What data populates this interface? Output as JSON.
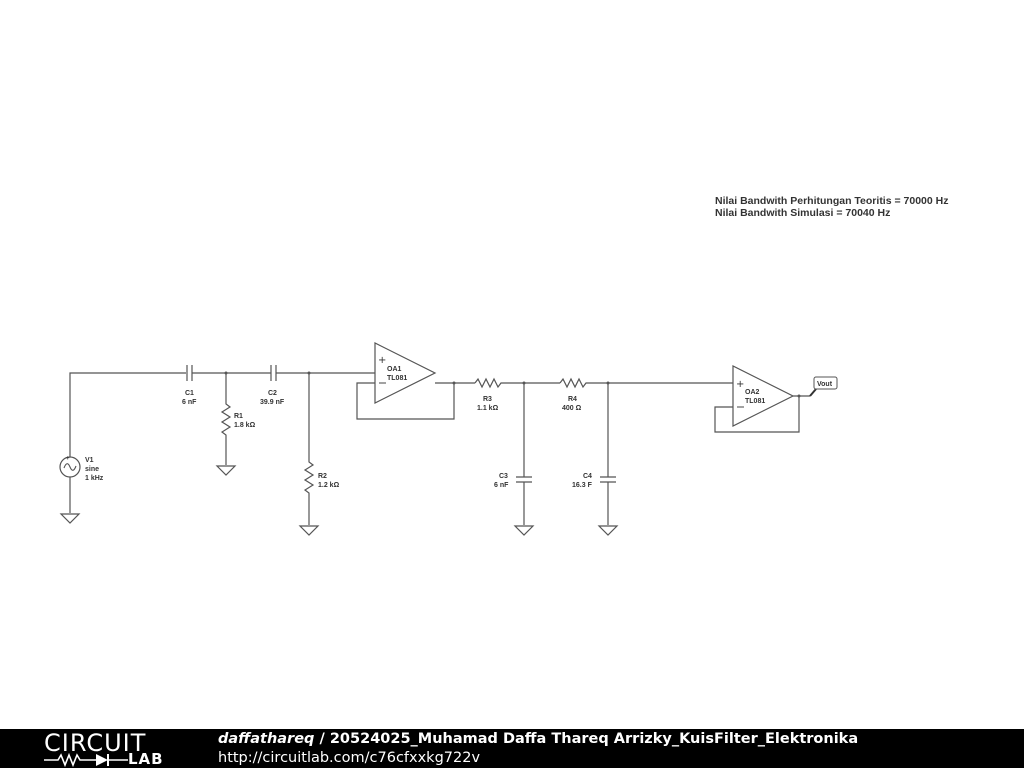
{
  "notes": {
    "line1": "Nilai Bandwith Perhitungan Teoritis = 70000 Hz",
    "line2": "Nilai Bandwith Simulasi = 70040 Hz"
  },
  "components": {
    "v1": {
      "name": "V1",
      "type": "sine",
      "freq": "1 kHz"
    },
    "c1": {
      "name": "C1",
      "value": "6 nF"
    },
    "r1": {
      "name": "R1",
      "value": "1.8 kΩ"
    },
    "c2": {
      "name": "C2",
      "value": "39.9 nF"
    },
    "r2": {
      "name": "R2",
      "value": "1.2 kΩ"
    },
    "oa1": {
      "name": "OA1",
      "model": "TL081"
    },
    "r3": {
      "name": "R3",
      "value": "1.1 kΩ"
    },
    "c3": {
      "name": "C3",
      "value": "6 nF"
    },
    "r4": {
      "name": "R4",
      "value": "400 Ω"
    },
    "c4": {
      "name": "C4",
      "value": "16.3 F"
    },
    "oa2": {
      "name": "OA2",
      "model": "TL081"
    },
    "vout": {
      "name": "Vout"
    }
  },
  "footer": {
    "logo_top": "CIRCUIT",
    "logo_bottom": "LAB",
    "user": "daffathareq",
    "separator": " / ",
    "project": "20524025_Muhamad Daffa Thareq Arrizky_KuisFilter_Elektronika",
    "url": "http://circuitlab.com/c76cfxxkg722v"
  }
}
